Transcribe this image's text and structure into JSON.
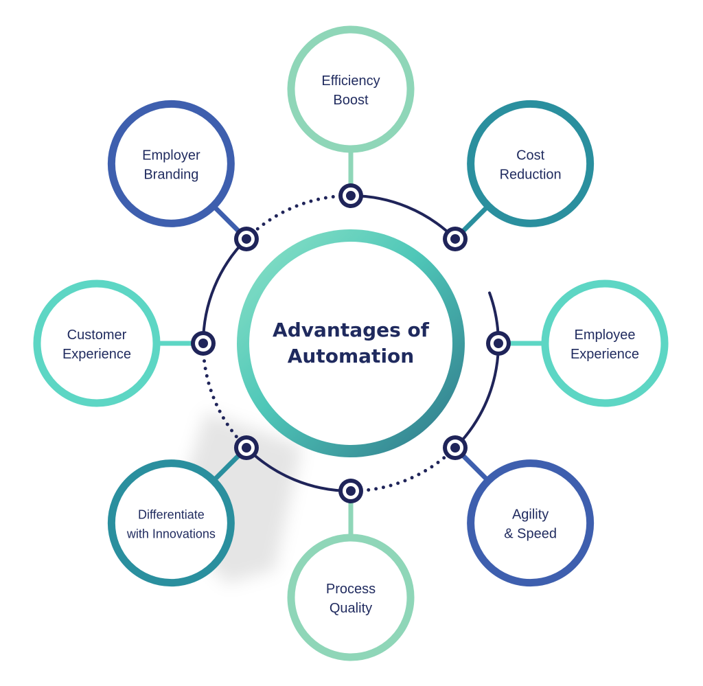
{
  "center": {
    "line1": "Advantages of",
    "line2": "Automation"
  },
  "nodes": [
    {
      "id": "efficiency-boost",
      "lines": [
        "Efficiency",
        "Boost"
      ],
      "color": "#8fd6b8"
    },
    {
      "id": "cost-reduction",
      "lines": [
        "Cost",
        "Reduction"
      ],
      "color": "#2a8f9e"
    },
    {
      "id": "employee-experience",
      "lines": [
        "Employee",
        "Experience"
      ],
      "color": "#5dd6c4"
    },
    {
      "id": "agility-speed",
      "lines": [
        "Agility",
        "& Speed"
      ],
      "color": "#3e5fae"
    },
    {
      "id": "process-quality",
      "lines": [
        "Process",
        "Quality"
      ],
      "color": "#8fd6b8"
    },
    {
      "id": "differentiate-innovations",
      "lines": [
        "Differentiate",
        "with Innovations"
      ],
      "color": "#2a8f9e"
    },
    {
      "id": "customer-experience",
      "lines": [
        "Customer",
        "Experience"
      ],
      "color": "#5dd6c4"
    },
    {
      "id": "employer-branding",
      "lines": [
        "Employer",
        "Branding"
      ],
      "color": "#3e5fae"
    }
  ],
  "colors": {
    "ring_navy": "#1f2459",
    "text_navy": "#1f2a5e",
    "center_ring_light": "#6fdcc5",
    "center_ring_dark": "#2e7f8f"
  }
}
